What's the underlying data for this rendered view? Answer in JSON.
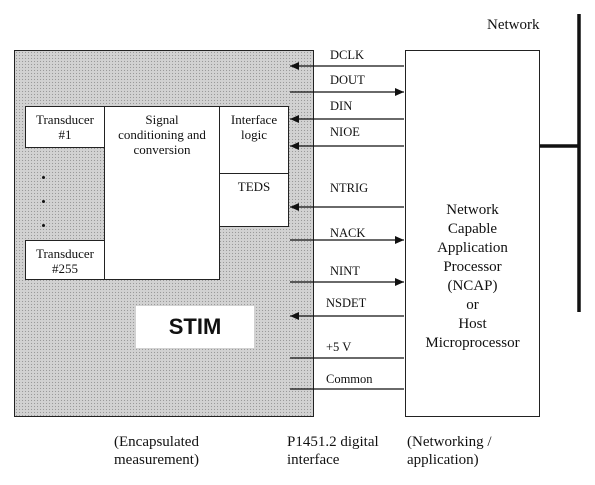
{
  "network": {
    "label": "Network"
  },
  "stim": {
    "label": "STIM",
    "transducer_first": [
      "Transducer",
      "#1"
    ],
    "transducer_last": [
      "Transducer",
      "#255"
    ],
    "signal_conditioning": [
      "Signal",
      "conditioning and",
      "conversion"
    ],
    "interface_logic": [
      "Interface",
      "logic"
    ],
    "teds": "TEDS"
  },
  "ncap": {
    "lines": [
      "Network",
      "Capable",
      "Application",
      "Processor",
      "(NCAP)",
      "or",
      "Host",
      "Microprocessor"
    ]
  },
  "signals": [
    {
      "name": "DCLK",
      "direction": "to-stim"
    },
    {
      "name": "DOUT",
      "direction": "to-ncap"
    },
    {
      "name": "DIN",
      "direction": "to-stim"
    },
    {
      "name": "NIOE",
      "direction": "to-stim"
    },
    {
      "name": "NTRIG",
      "direction": "to-stim"
    },
    {
      "name": "NACK",
      "direction": "to-ncap"
    },
    {
      "name": "NINT",
      "direction": "to-ncap"
    },
    {
      "name": "NSDET",
      "direction": "to-stim"
    },
    {
      "name": "+5 V",
      "direction": "none"
    },
    {
      "name": "Common",
      "direction": "none"
    }
  ],
  "captions": {
    "left": [
      "(Encapsulated",
      "measurement)"
    ],
    "middle": [
      "P1451.2 digital",
      "interface"
    ],
    "right": [
      "(Networking /",
      "application)"
    ]
  }
}
